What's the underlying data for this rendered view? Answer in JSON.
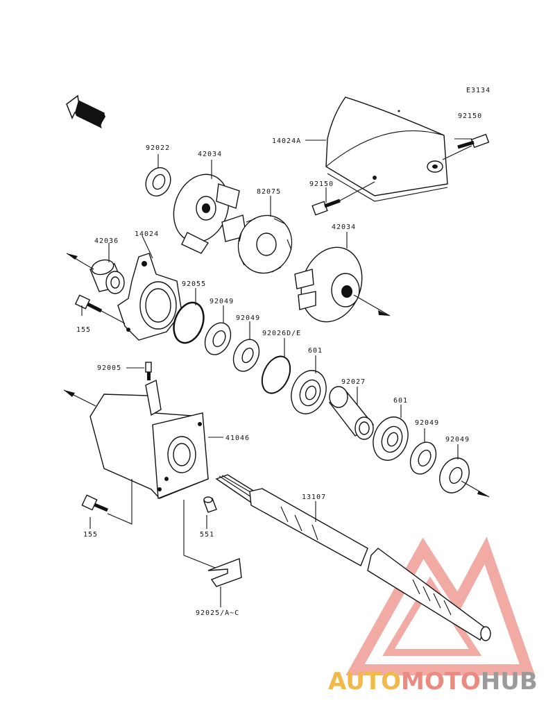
{
  "diagram": {
    "figure_code": "E3134",
    "front_label": "FRONT",
    "parts": {
      "p92150_top": "92150",
      "p14024A": "14024A",
      "p92022": "92022",
      "p42034_top": "42034",
      "p92150_mid": "92150",
      "p82075": "82075",
      "p42036": "42036",
      "p14024": "14024",
      "p42034_low": "42034",
      "p92055": "92055",
      "p92049_a": "92049",
      "p155_a": "155",
      "p92049_b": "92049",
      "p92026": "92026D/E",
      "p601_a": "601",
      "p92005": "92005",
      "p92027": "92027",
      "p601_b": "601",
      "p41046": "41046",
      "p92049_c": "92049",
      "p92049_d": "92049",
      "p13107": "13107",
      "p155_b": "155",
      "p551": "551",
      "p92025": "92025/A~C"
    }
  },
  "watermark": {
    "part1": "AUTO",
    "part2": "MOTO",
    "part3": "HUB",
    "colors": {
      "auto": "#f2b84a",
      "moto": "#ea8a80",
      "hub": "#9a9a9a"
    }
  }
}
